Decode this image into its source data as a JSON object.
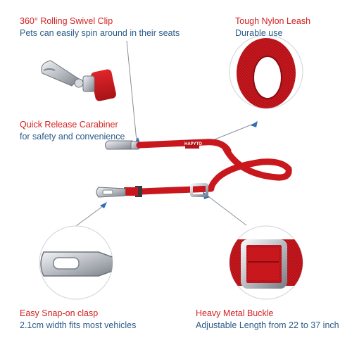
{
  "callouts": {
    "swivel_clip": {
      "title": "360° Rolling Swivel Clip",
      "desc": "Pets can easily spin around in their seats"
    },
    "nylon_leash": {
      "title": "Tough Nylon Leash",
      "desc": "Durable use"
    },
    "carabiner": {
      "title": "Quick Release Carabiner",
      "desc": "for safety and convenience"
    },
    "snap_clasp": {
      "title": "Easy Snap-on clasp",
      "desc": "2.1cm width fits most vehicles"
    },
    "metal_buckle": {
      "title": "Heavy Metal Buckle",
      "desc": "Adjustable Length from 22 to 37 inch"
    }
  },
  "brand_tag": "HAPYTO",
  "colors": {
    "accent_red": "#d41f1f",
    "text_blue": "#2b5c8a",
    "leash_red": "#c8181e",
    "metal": "#c9ccd1",
    "pointer_blue": "#2f6fb7"
  }
}
